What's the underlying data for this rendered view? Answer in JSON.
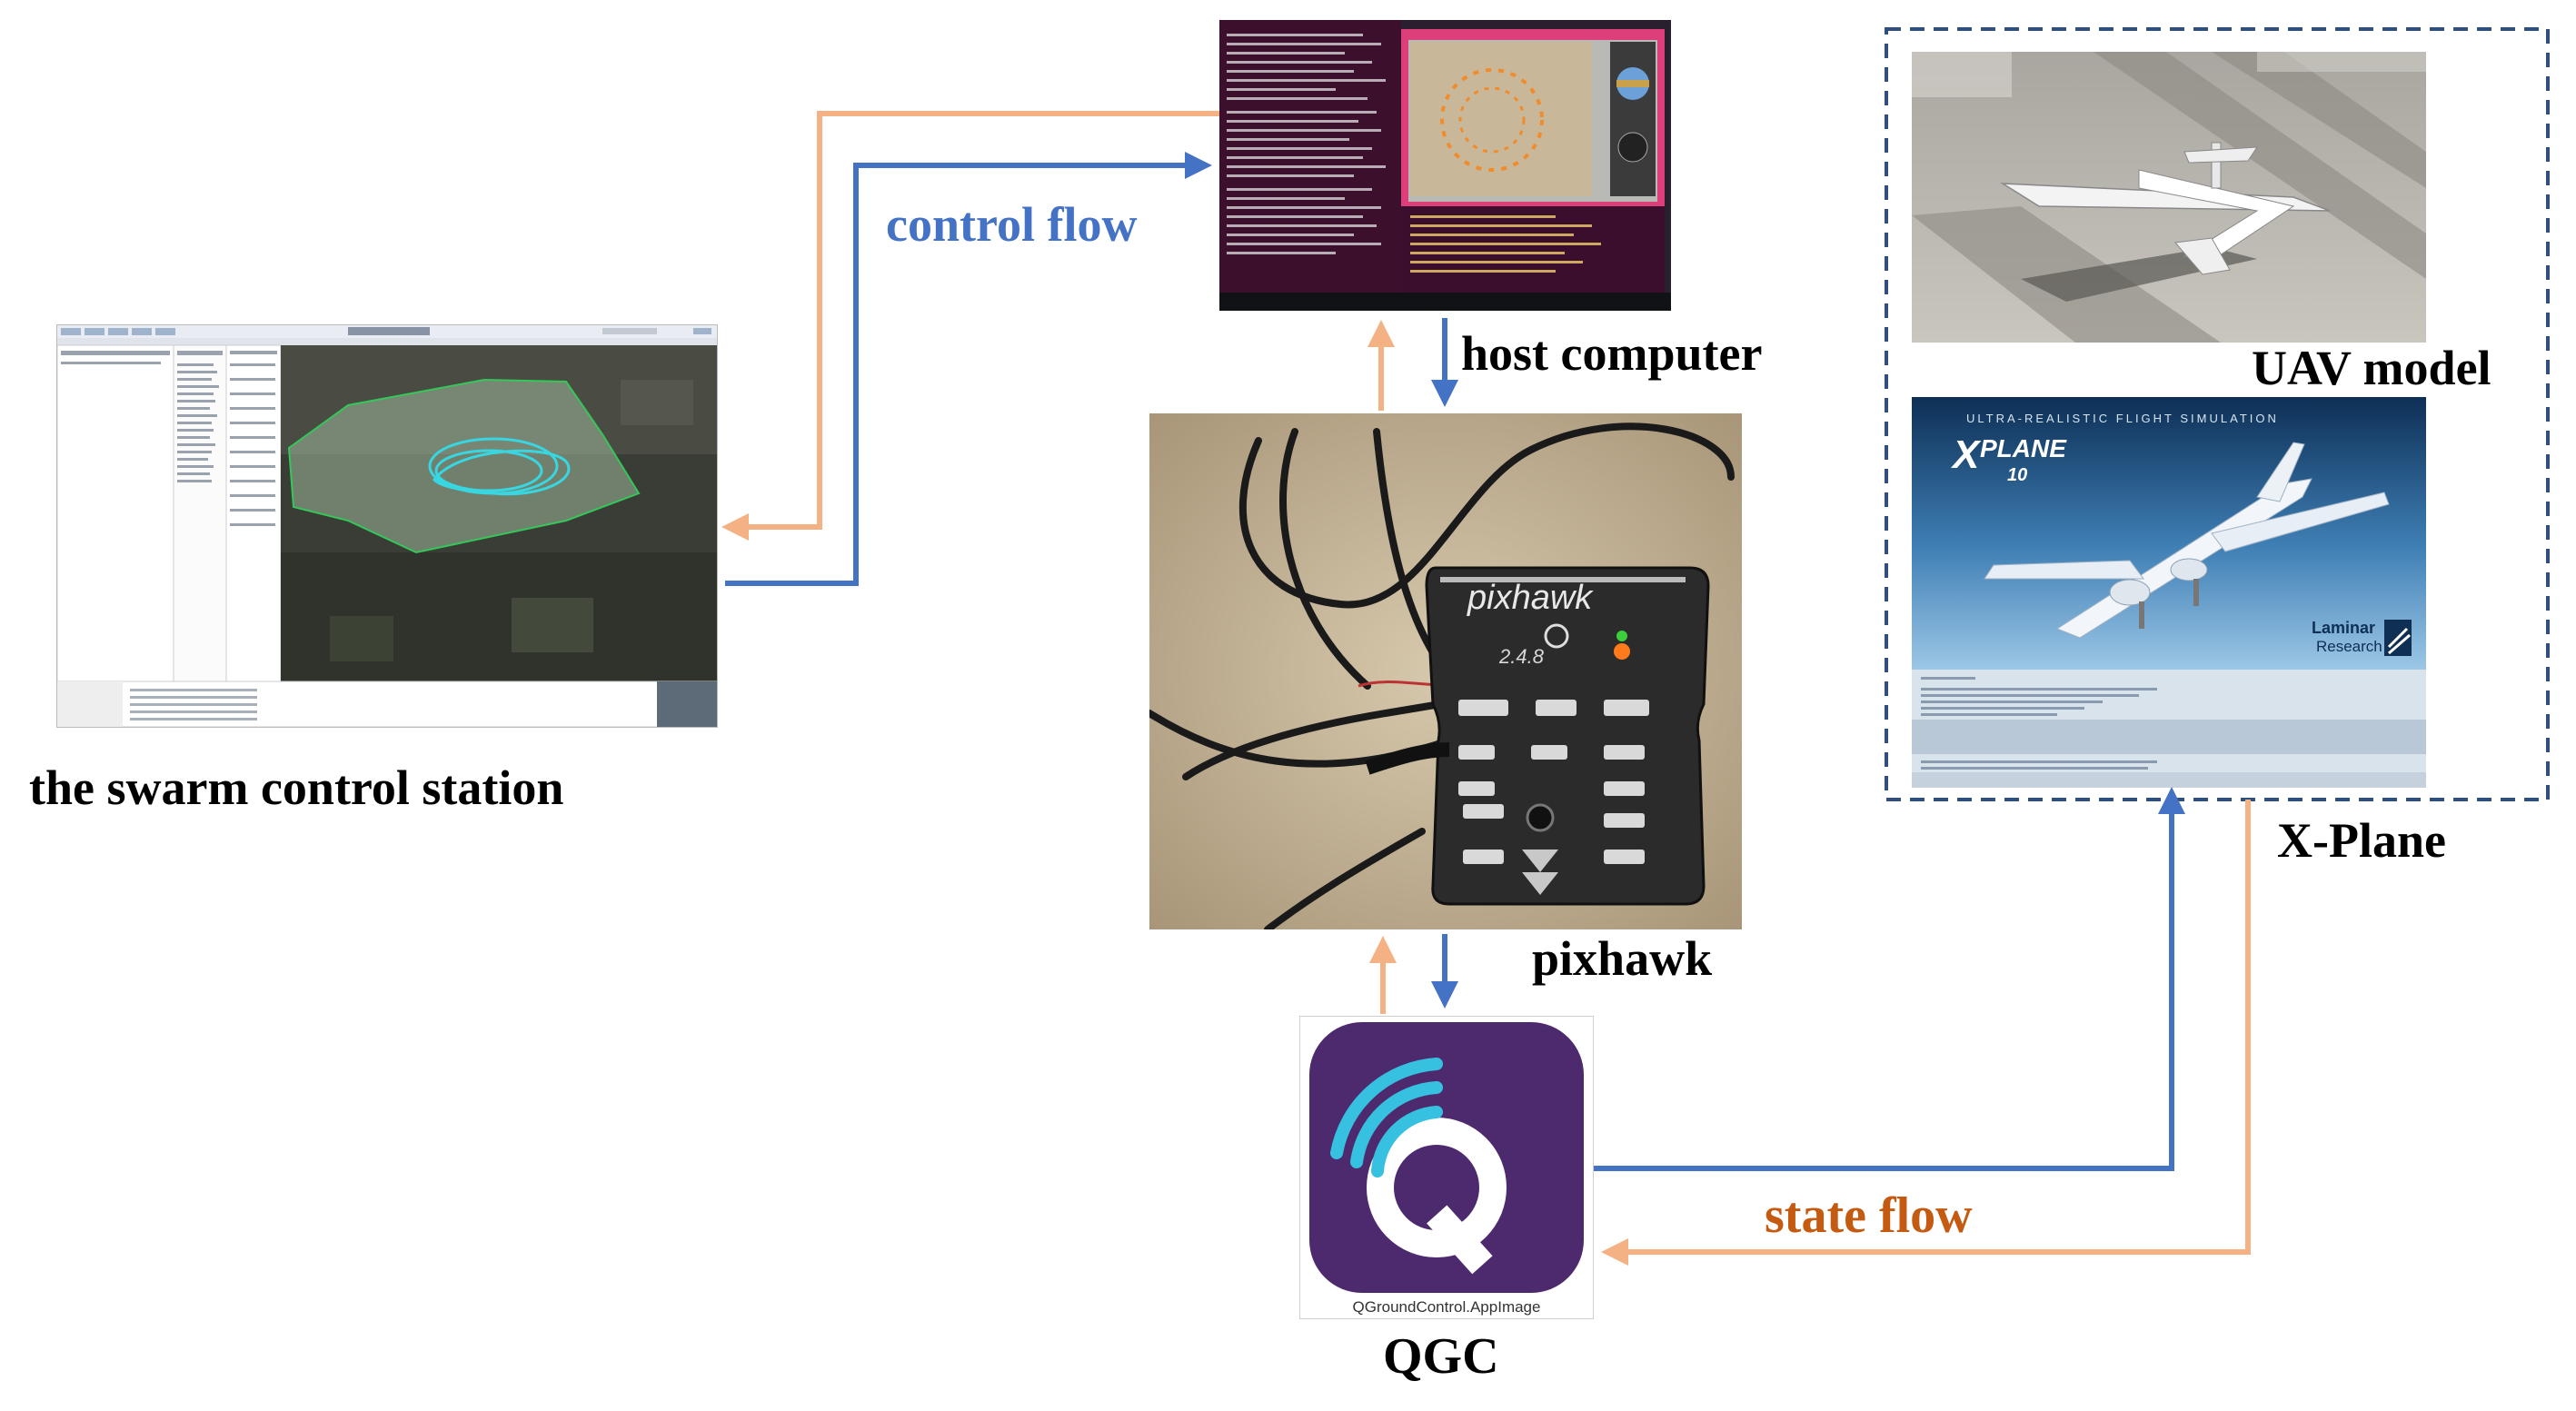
{
  "labels": {
    "control_flow": "control flow",
    "state_flow": "state flow",
    "host_computer": "host computer",
    "swarm_station": "the swarm control station",
    "uav_model": "UAV model",
    "xplane": "X-Plane",
    "pixhawk": "pixhawk",
    "qgc": "QGC"
  },
  "qgc_app": {
    "filename": "QGroundControl.AppImage"
  },
  "pixhawk_board": {
    "brand": "pixhawk",
    "version": "2.4.8"
  },
  "xplane_splash": {
    "tagline": "ULTRA-REALISTIC FLIGHT SIMULATION",
    "logo_main": "PLANE",
    "logo_num": "10",
    "publisher_line1": "Laminar",
    "publisher_line2": "Research"
  },
  "colors": {
    "control_flow": "#4472c4",
    "state_flow": "#f4b183",
    "state_flow_text": "#c55a11",
    "qgc_purple": "#4d2a6e",
    "qgc_cyan": "#36c1e0",
    "dashed_box": "#2f4f7f"
  }
}
